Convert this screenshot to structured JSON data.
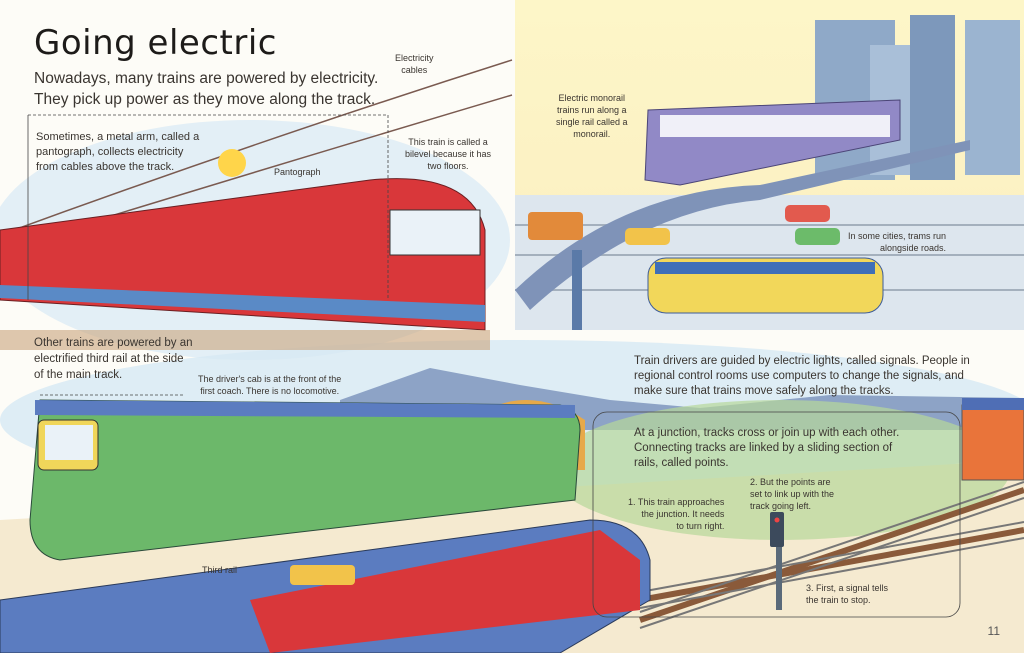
{
  "page": {
    "title": "Going electric",
    "intro": "Nowadays, many trains are powered by electricity.\nThey pick up power as they move along the track.",
    "page_number": "11"
  },
  "overhead": {
    "pantograph_text": "Sometimes, a metal arm, called a\npantograph, collects electricity\nfrom cables above the track.",
    "label_cables": "Electricity\ncables",
    "label_pantograph": "Pantograph",
    "label_bilevel": "This train is called a\nbilevel because it has\ntwo floors."
  },
  "city": {
    "label_monorail": "Electric monorail\ntrains run along a\nsingle rail called a\nmonorail.",
    "label_trams": "In some cities, trams run\nalongside roads."
  },
  "third_rail": {
    "text": "Other trains are powered by an\nelectrified third rail at the side\nof the main track.",
    "label_cab": "The driver's cab is at the front of the\nfirst coach. There is no locomotive.",
    "label_third_rail": "Third rail"
  },
  "signals": {
    "text": "Train drivers are guided by electric lights, called signals. People in\nregional control rooms use computers to change the signals, and\nmake sure that trains move safely along the tracks."
  },
  "junction": {
    "text": "At a junction, tracks cross or join up with each other.\nConnecting tracks are linked by a sliding section of\nrails, called points.",
    "step1": "1. This train approaches\nthe junction. It needs\nto turn right.",
    "step2": "2. But the points are\nset to link up with the\ntrack going left.",
    "step3": "3. First, a signal tells\nthe train to stop."
  },
  "colors": {
    "bilevel_red": "#d9373a",
    "monorail_purple": "#8a80c0",
    "green_train": "#6cb86a",
    "blue_train": "#5b7cc0",
    "sky": "#cfe3f2"
  }
}
